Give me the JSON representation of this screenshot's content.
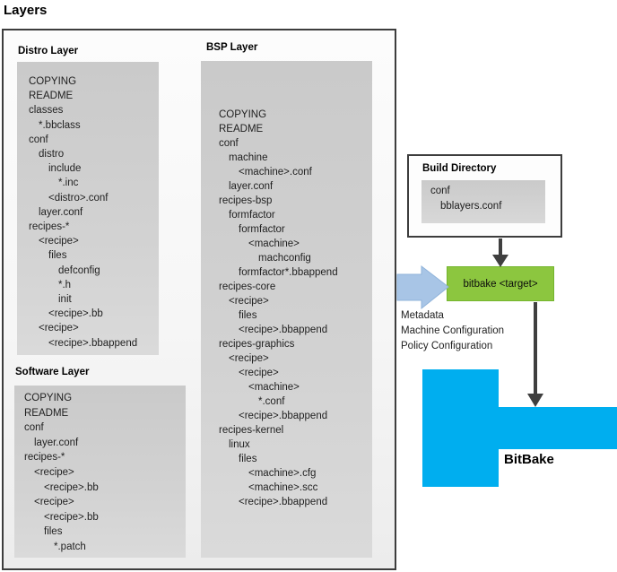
{
  "title": "Layers",
  "colors": {
    "green": "#8CC63F",
    "green_border": "#74B52E",
    "blue": "#00AEEF",
    "arrow_blue": "#A8C5E6",
    "arrow_blue_border": "#8FB3DA",
    "arrow_dark": "#3F3F3F",
    "box_gray": "#CDCDCD"
  },
  "layer_panels": [
    {
      "label": "Distro Layer",
      "items": [
        {
          "text": "COPYING",
          "indent": 0
        },
        {
          "text": "README",
          "indent": 0
        },
        {
          "text": "classes",
          "indent": 0
        },
        {
          "text": "*.bbclass",
          "indent": 1
        },
        {
          "text": "conf",
          "indent": 0
        },
        {
          "text": "distro",
          "indent": 1
        },
        {
          "text": "include",
          "indent": 2
        },
        {
          "text": "*.inc",
          "indent": 3
        },
        {
          "text": "<distro>.conf",
          "indent": 2
        },
        {
          "text": "layer.conf",
          "indent": 1
        },
        {
          "text": "recipes-*",
          "indent": 0
        },
        {
          "text": "<recipe>",
          "indent": 1
        },
        {
          "text": "files",
          "indent": 2
        },
        {
          "text": "defconfig",
          "indent": 3
        },
        {
          "text": "*.h",
          "indent": 3
        },
        {
          "text": "init",
          "indent": 3
        },
        {
          "text": "<recipe>.bb",
          "indent": 2
        },
        {
          "text": "<recipe>",
          "indent": 1
        },
        {
          "text": "<recipe>.bbappend",
          "indent": 2
        }
      ]
    },
    {
      "label": "BSP Layer",
      "items": [
        {
          "text": "COPYING",
          "indent": 0
        },
        {
          "text": "README",
          "indent": 0
        },
        {
          "text": "conf",
          "indent": 0
        },
        {
          "text": "machine",
          "indent": 1
        },
        {
          "text": "<machine>.conf",
          "indent": 2
        },
        {
          "text": "layer.conf",
          "indent": 1
        },
        {
          "text": "recipes-bsp",
          "indent": 0
        },
        {
          "text": "formfactor",
          "indent": 1
        },
        {
          "text": "formfactor",
          "indent": 2
        },
        {
          "text": "<machine>",
          "indent": 3
        },
        {
          "text": "machconfig",
          "indent": 4
        },
        {
          "text": "formfactor*.bbappend",
          "indent": 2
        },
        {
          "text": "recipes-core",
          "indent": 0
        },
        {
          "text": "<recipe>",
          "indent": 1
        },
        {
          "text": "files",
          "indent": 2
        },
        {
          "text": "<recipe>.bbappend",
          "indent": 2
        },
        {
          "text": "recipes-graphics",
          "indent": 0
        },
        {
          "text": "<recipe>",
          "indent": 1
        },
        {
          "text": "<recipe>",
          "indent": 2
        },
        {
          "text": "<machine>",
          "indent": 3
        },
        {
          "text": "*.conf",
          "indent": 4
        },
        {
          "text": "<recipe>.bbappend",
          "indent": 2
        },
        {
          "text": "recipes-kernel",
          "indent": 0
        },
        {
          "text": "linux",
          "indent": 1
        },
        {
          "text": "files",
          "indent": 2
        },
        {
          "text": "<machine>.cfg",
          "indent": 3
        },
        {
          "text": "<machine>.scc",
          "indent": 3
        },
        {
          "text": "<recipe>.bbappend",
          "indent": 2
        }
      ]
    },
    {
      "label": "Software Layer",
      "items": [
        {
          "text": "COPYING",
          "indent": 0
        },
        {
          "text": "README",
          "indent": 0
        },
        {
          "text": "conf",
          "indent": 0
        },
        {
          "text": "layer.conf",
          "indent": 1
        },
        {
          "text": "recipes-*",
          "indent": 0
        },
        {
          "text": "<recipe>",
          "indent": 1
        },
        {
          "text": "<recipe>.bb",
          "indent": 2
        },
        {
          "text": "<recipe>",
          "indent": 1
        },
        {
          "text": "<recipe>.bb",
          "indent": 2
        },
        {
          "text": "files",
          "indent": 2
        },
        {
          "text": "*.patch",
          "indent": 3
        }
      ]
    }
  ],
  "build_directory": {
    "label": "Build Directory",
    "items": [
      {
        "text": "conf",
        "indent": 0
      },
      {
        "text": "bblayers.conf",
        "indent": 1
      }
    ]
  },
  "bitbake_target": {
    "label": "bitbake <target>"
  },
  "inputs_note": {
    "lines": [
      "Metadata",
      "Machine Configuration",
      "Policy Configuration"
    ]
  },
  "bitbake": {
    "label": "BitBake"
  }
}
